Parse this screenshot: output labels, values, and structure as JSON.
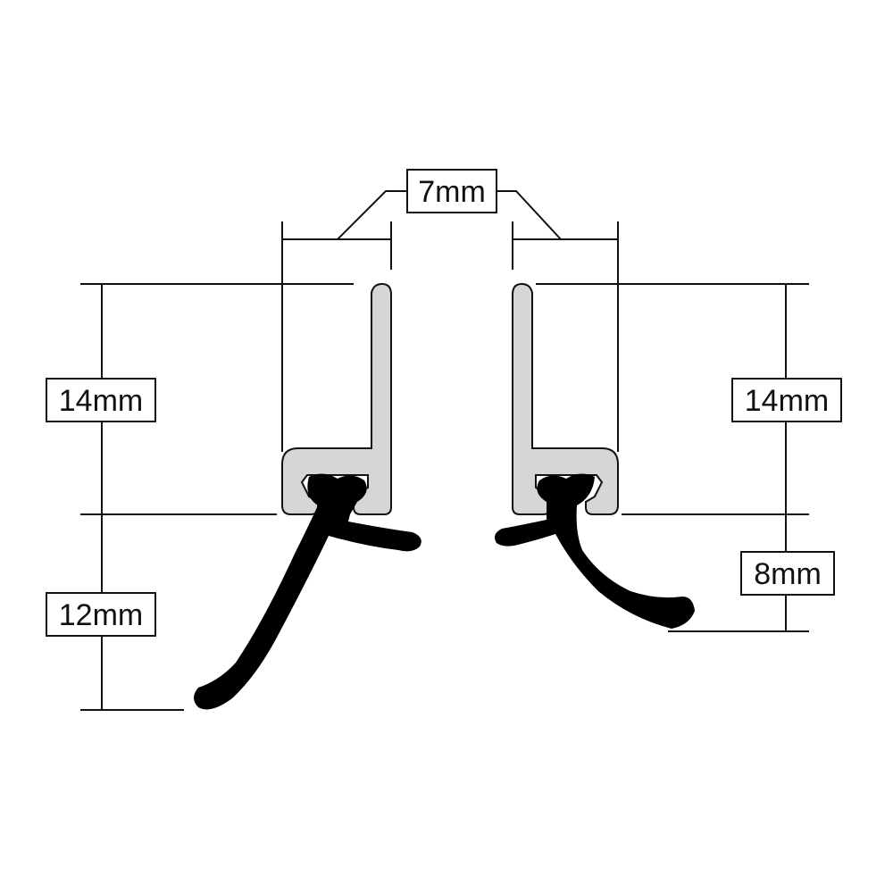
{
  "colors": {
    "background": "#ffffff",
    "line": "#111111",
    "aluminium_profile": "#d6d6d6",
    "rubber_seal": "#000000"
  },
  "labels": {
    "gap": "7mm",
    "left_profile_height": "14mm",
    "left_seal_height": "12mm",
    "right_profile_height": "14mm",
    "right_seal_height": "8mm"
  }
}
